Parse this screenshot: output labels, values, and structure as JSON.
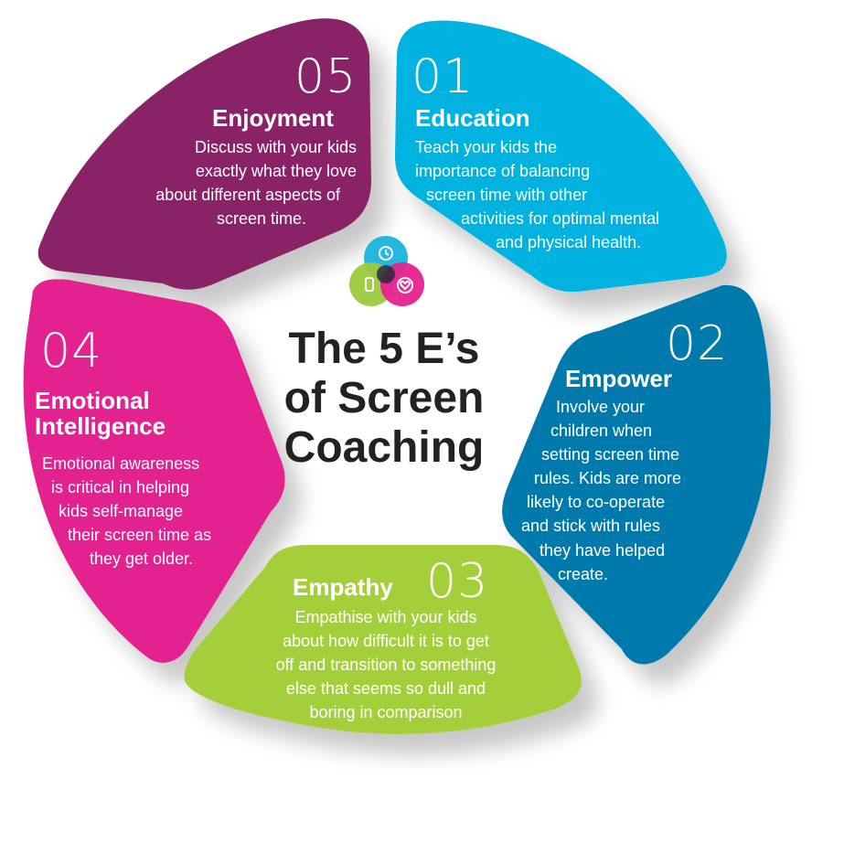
{
  "center": {
    "title_lines": [
      "The 5 E’s",
      "of Screen",
      "Coaching"
    ]
  },
  "colors": {
    "enjoyment": "#8a2368",
    "education": "#00b2df",
    "empower": "#0079ad",
    "empathy": "#a5ce3a",
    "emotional": "#e3208f",
    "logo_blue": "#1ab3df",
    "logo_green": "#9bc93c",
    "logo_pink": "#e6228e"
  },
  "segments": {
    "education": {
      "number": "01",
      "title": "Education",
      "lines": [
        "Teach your kids the",
        "importance of balancing",
        "screen time with other",
        "activities for optimal mental",
        "and physical health."
      ]
    },
    "empower": {
      "number": "02",
      "title": "Empower",
      "lines": [
        "Involve your",
        "children when",
        "setting screen time",
        "rules. Kids are more",
        "likely to co-operate",
        "and stick with rules",
        "they have helped",
        "create."
      ]
    },
    "empathy": {
      "number": "03",
      "title": "Empathy",
      "lines": [
        "Empathise with your kids",
        "about how difficult it is to get",
        "off and transition to something",
        "else that seems so dull and",
        "boring in comparison"
      ]
    },
    "emotional": {
      "number": "04",
      "title_lines": [
        "Emotional",
        "Intelligence"
      ],
      "lines": [
        "Emotional awareness",
        "is critical in helping",
        "kids self-manage",
        "their screen time as",
        "they get older."
      ]
    },
    "enjoyment": {
      "number": "05",
      "title": "Enjoyment",
      "lines": [
        "Discuss with your kids",
        "exactly what they love",
        "about different aspects of",
        "screen time."
      ]
    }
  },
  "icons": [
    "clock-icon",
    "phone-icon",
    "heart-icon"
  ]
}
